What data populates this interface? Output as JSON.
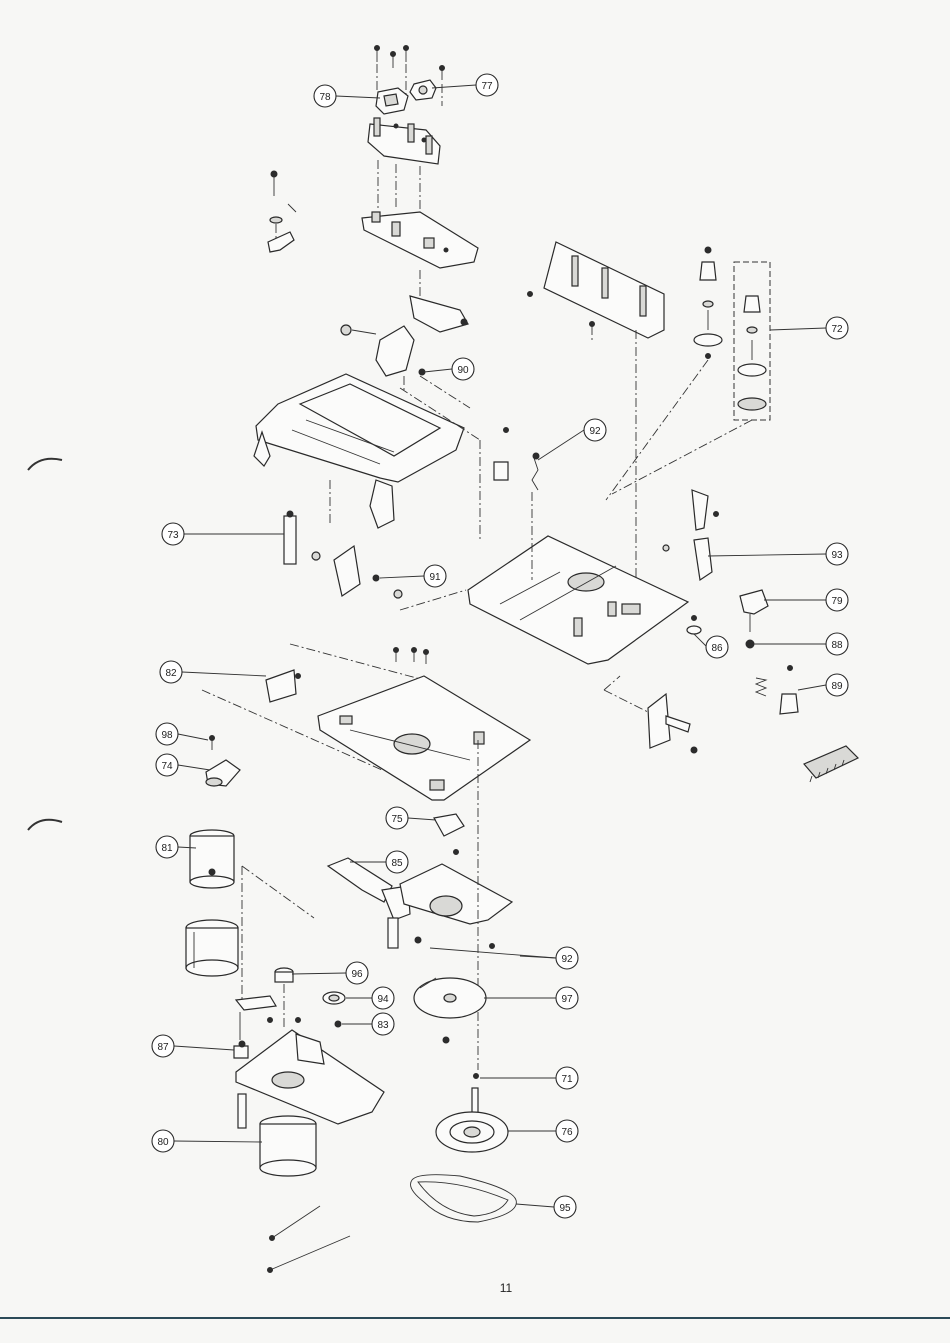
{
  "page_number": "11",
  "callouts": {
    "c71": "71",
    "c72": "72",
    "c73": "73",
    "c74": "74",
    "c75": "75",
    "c76": "76",
    "c77": "77",
    "c78": "78",
    "c79": "79",
    "c80": "80",
    "c81": "81",
    "c82": "82",
    "c83": "83",
    "c85": "85",
    "c86": "86",
    "c87": "87",
    "c88": "88",
    "c89": "89",
    "c90": "90",
    "c91": "91",
    "c92a": "92",
    "c92b": "92",
    "c93": "93",
    "c94": "94",
    "c95": "95",
    "c96": "96",
    "c97": "97",
    "c98": "98"
  },
  "colors": {
    "ink": "#2a2a2a",
    "paper": "#f7f7f5",
    "rule": "#2b4a58"
  }
}
